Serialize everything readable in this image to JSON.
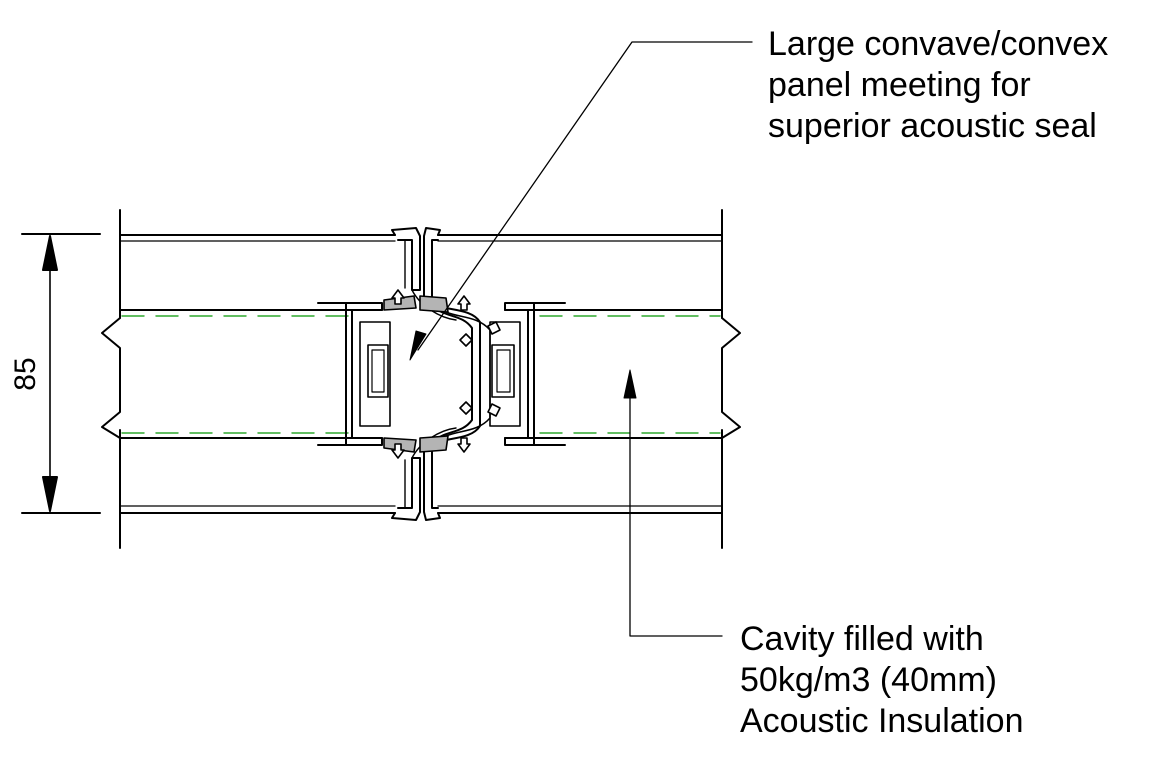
{
  "diagram": {
    "dimension": {
      "value": "85"
    },
    "callouts": [
      {
        "id": "meeting",
        "lines": [
          "Large convave/convex",
          "panel meeting for",
          "superior acoustic seal"
        ]
      },
      {
        "id": "cavity",
        "lines": [
          "Cavity filled with",
          "50kg/m3 (40mm)",
          "Acoustic Insulation"
        ]
      }
    ],
    "colors": {
      "line": "#000000",
      "insulation_line": "#2ea82e",
      "gasket": "#b4b4b4",
      "background": "#ffffff"
    }
  }
}
